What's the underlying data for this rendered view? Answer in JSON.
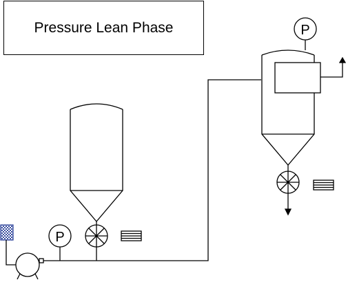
{
  "title": "Pressure Lean Phase",
  "gauges": {
    "line_gauge_label": "P",
    "receiver_gauge_label": "P"
  },
  "colors": {
    "line": "#000000",
    "background": "#ffffff",
    "filter_fill": "#3a4fa0"
  },
  "components": [
    "blower-icon",
    "inlet-filter-icon",
    "pressure-gauge-icon",
    "feed-hopper",
    "rotary-valve-icon",
    "valve-motor-icon",
    "conveying-line",
    "receiver-vessel",
    "dust-filter-unit",
    "vent-arrow-icon",
    "discharge-arrow-icon"
  ]
}
